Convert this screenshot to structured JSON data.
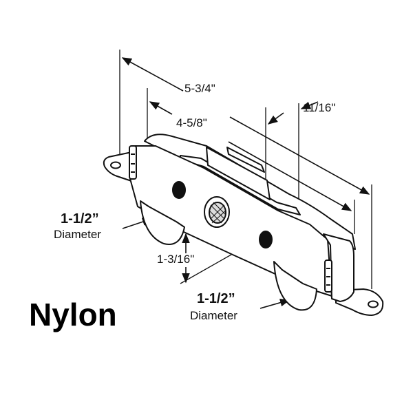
{
  "dimensions": {
    "overall_length": "5-3/4\"",
    "wheel_spacing": "4-5/8\"",
    "width": "11/16\"",
    "height": "1-3/16\""
  },
  "wheels": {
    "left_diameter_value": "1-1/2”",
    "left_diameter_caption": "Diameter",
    "right_diameter_value": "1-1/2”",
    "right_diameter_caption": "Diameter"
  },
  "material": "Nylon",
  "colors": {
    "ink": "#111111",
    "background": "#ffffff"
  }
}
